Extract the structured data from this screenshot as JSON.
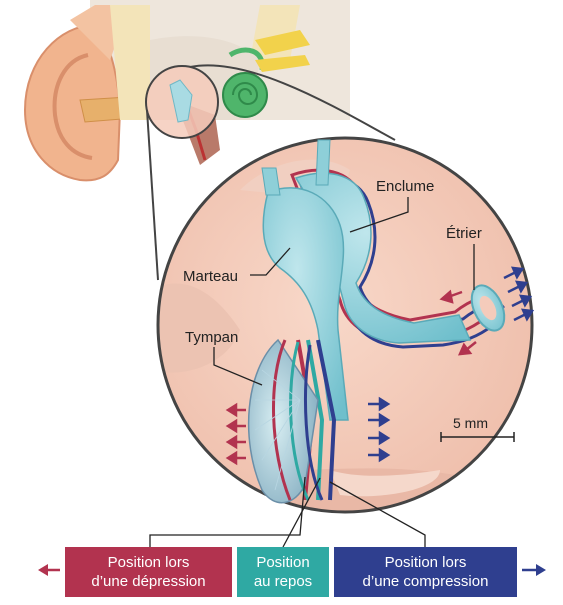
{
  "labels": {
    "enclume": "Enclume",
    "etrier": "Étrier",
    "marteau": "Marteau",
    "tympan": "Tympan",
    "scale": "5 mm"
  },
  "legend": {
    "depression": "Position lors d’une dépression",
    "repos": "Position au repos",
    "compression": "Position lors d’une compression"
  },
  "colors": {
    "depression": "#b2334f",
    "repos": "#2fa9a3",
    "compression": "#2f3f8f",
    "ossicle": "#8ecfd8",
    "background_circle": "#f4cbbb"
  }
}
